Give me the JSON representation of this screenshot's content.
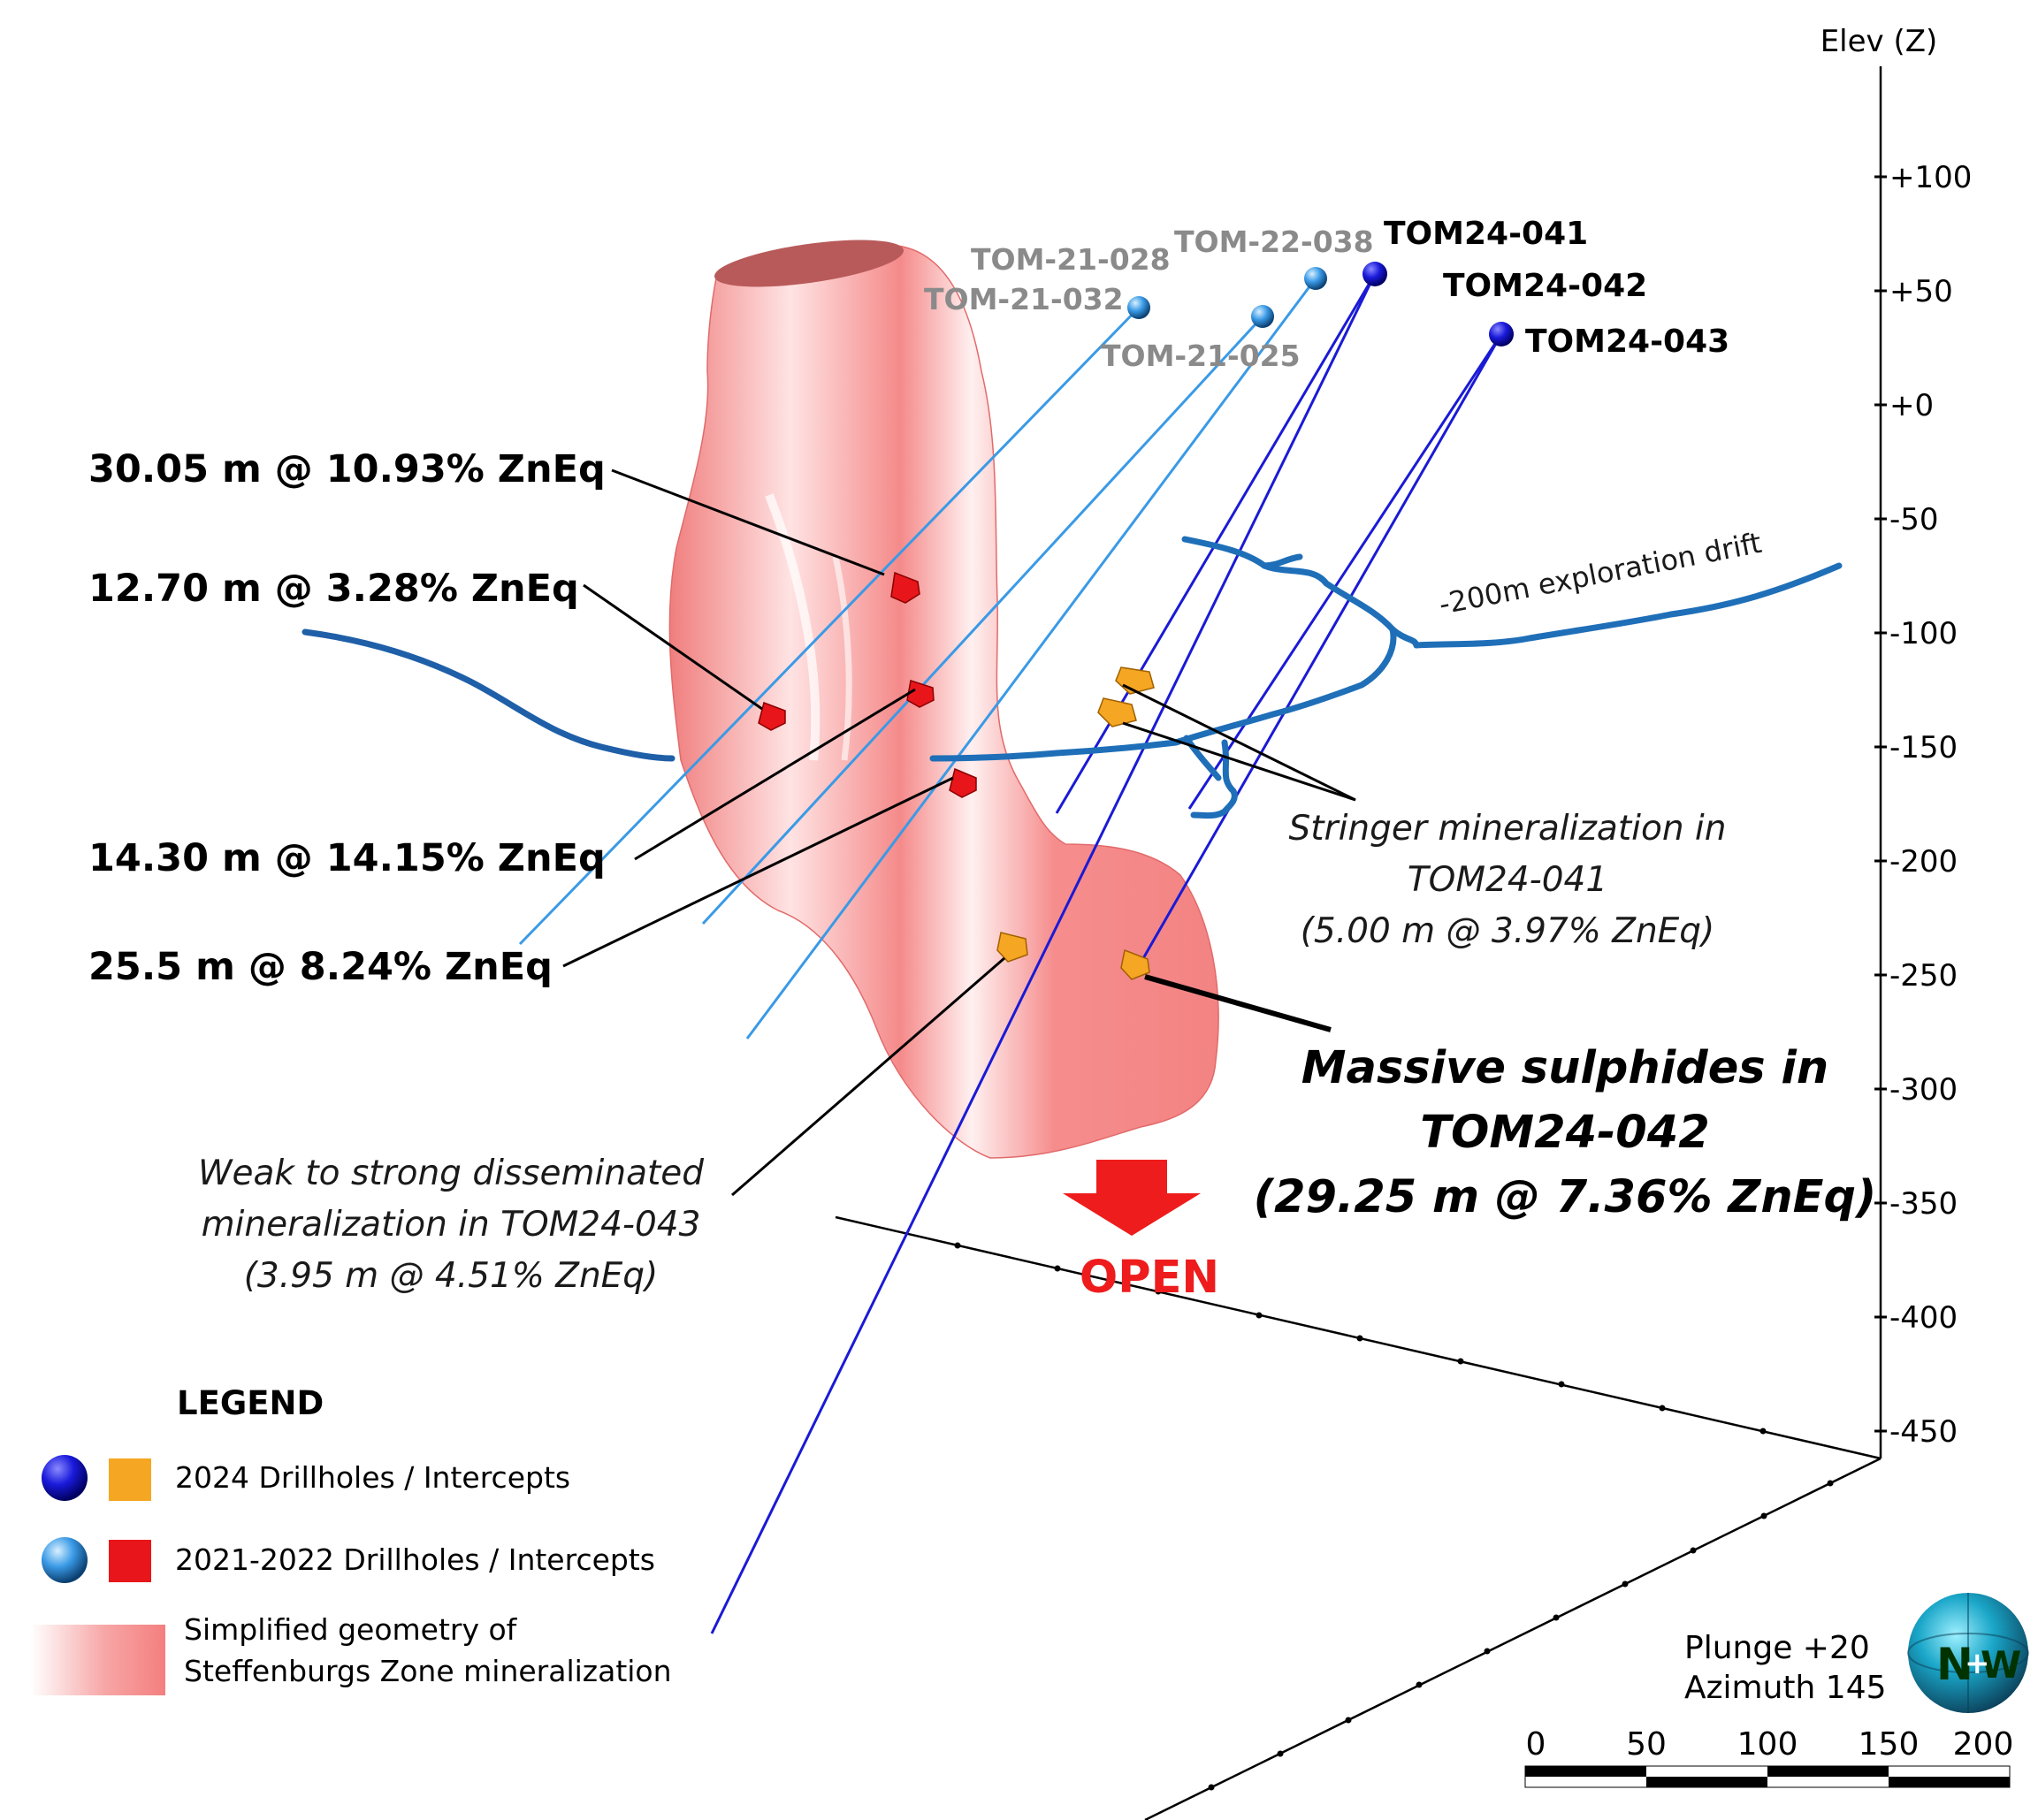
{
  "axis": {
    "label": "Elev (Z)",
    "ticks": [
      "+100",
      "+50",
      "+0",
      "-50",
      "-100",
      "-150",
      "-200",
      "-250",
      "-300",
      "-350",
      "-400",
      "-450"
    ]
  },
  "drillholes": {
    "tom_21_028": "TOM-21-028",
    "tom_21_032": "TOM-21-032",
    "tom_22_038": "TOM-22-038",
    "tom_21_025": "TOM-21-025",
    "tom24_041": "TOM24-041",
    "tom24_042": "TOM24-042",
    "tom24_043": "TOM24-043"
  },
  "intercepts": {
    "i1": "30.05 m @ 10.93% ZnEq",
    "i2": "12.70 m @ 3.28% ZnEq",
    "i3": "14.30 m @ 14.15% ZnEq",
    "i4": "25.5 m @ 8.24% ZnEq"
  },
  "drift_label": "-200m exploration drift",
  "stringer": {
    "line1": "Stringer mineralization in",
    "line2": "TOM24-041",
    "line3": "(5.00 m  @ 3.97% ZnEq)"
  },
  "massive": {
    "line1": "Massive sulphides in",
    "line2": "TOM24-042",
    "line3": "(29.25 m @ 7.36% ZnEq)"
  },
  "weak": {
    "line1": "Weak to strong disseminated",
    "line2": "mineralization in TOM24-043",
    "line3": "(3.95 m @ 4.51% ZnEq)"
  },
  "open_label": "OPEN",
  "legend": {
    "title": "LEGEND",
    "item_2024": "2024 Drillholes / Intercepts",
    "item_2021": "2021-2022 Drillholes / Intercepts",
    "geometry_line1": "Simplified geometry of",
    "geometry_line2": "Steffenburgs Zone mineralization"
  },
  "view": {
    "plunge": "Plunge +20",
    "azimuth": "Azimuth 145"
  },
  "scale": {
    "labels": [
      "0",
      "50",
      "100",
      "150",
      "200"
    ]
  },
  "colors": {
    "zone": "#f58a8a",
    "hole_2024": "#1a1adb",
    "hole_2021": "#3a9ae6",
    "drift": "#1f6fb8",
    "intercept_2024": "#f5a623",
    "intercept_2021": "#e8161a",
    "open_arrow": "#ee1c1c"
  }
}
